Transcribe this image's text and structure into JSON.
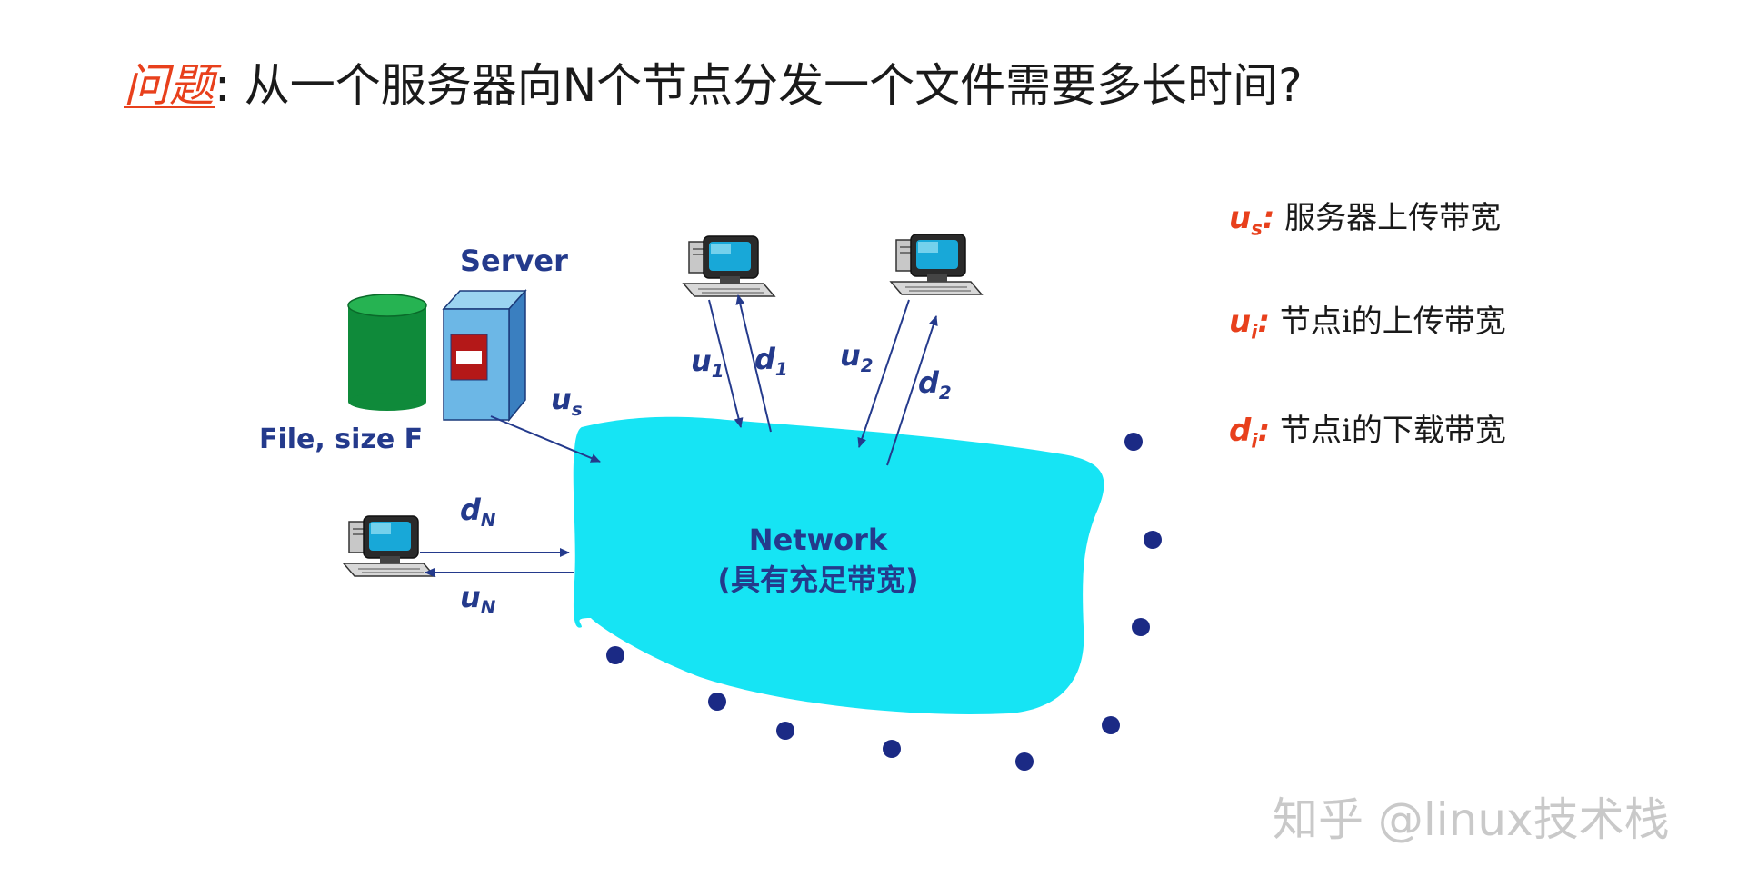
{
  "title": {
    "prefix": "问题",
    "text": ": 从一个服务器向N个节点分发一个文件需要多长时间?"
  },
  "labels": {
    "server": "Server",
    "file": "File, size F",
    "us": "u",
    "us_sub": "s",
    "u1": "u",
    "u1_sub": "1",
    "d1": "d",
    "d1_sub": "1",
    "u2": "u",
    "u2_sub": "2",
    "d2": "d",
    "d2_sub": "2",
    "dN": "d",
    "dN_sub": "N",
    "uN": "u",
    "uN_sub": "N",
    "network": "Network",
    "network_note": "(具有充足带宽)"
  },
  "legend": [
    {
      "sym": "u",
      "sub": "s",
      "colon": ":",
      "desc": " 服务器上传带宽"
    },
    {
      "sym": "u",
      "sub": "i",
      "colon": ":",
      "desc": " 节点i的上传带宽"
    },
    {
      "sym": "d",
      "sub": "i",
      "colon": ":",
      "desc": " 节点i的下载带宽"
    }
  ],
  "watermark": "知乎 @linux技术栈",
  "colors": {
    "network_fill": "#16e4f4",
    "label_blue": "#243a8c",
    "accent_red": "#e8401c",
    "dot_blue": "#1b2a85",
    "disk_green": "#0f8a3a"
  },
  "icons": [
    "database-icon",
    "server-icon",
    "computer-icon"
  ]
}
